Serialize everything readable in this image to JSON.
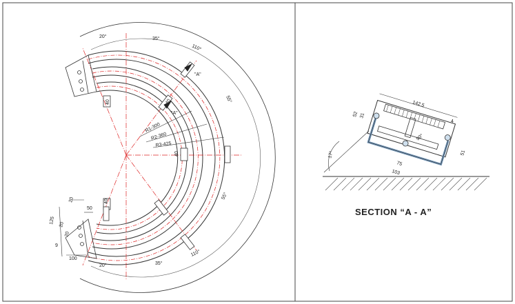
{
  "plan": {
    "arc_angles": [
      "20°",
      "35°",
      "110°",
      "55°",
      "55°",
      "110°",
      "35°",
      "20°"
    ],
    "radii": [
      "R1-300",
      "R2-360",
      "R3-425"
    ],
    "offset_dims": [
      "40",
      "40",
      "40",
      "40"
    ],
    "lower_left": [
      "20",
      "50",
      "125",
      "20",
      "20",
      "9",
      "100"
    ],
    "section_marks": [
      "\"A\"",
      "\"A\""
    ]
  },
  "section": {
    "title": "SECTION “A - A”",
    "dims": [
      "142.5",
      "52",
      "31",
      "4",
      "90°",
      "17°",
      "75",
      "103",
      "51"
    ]
  }
}
